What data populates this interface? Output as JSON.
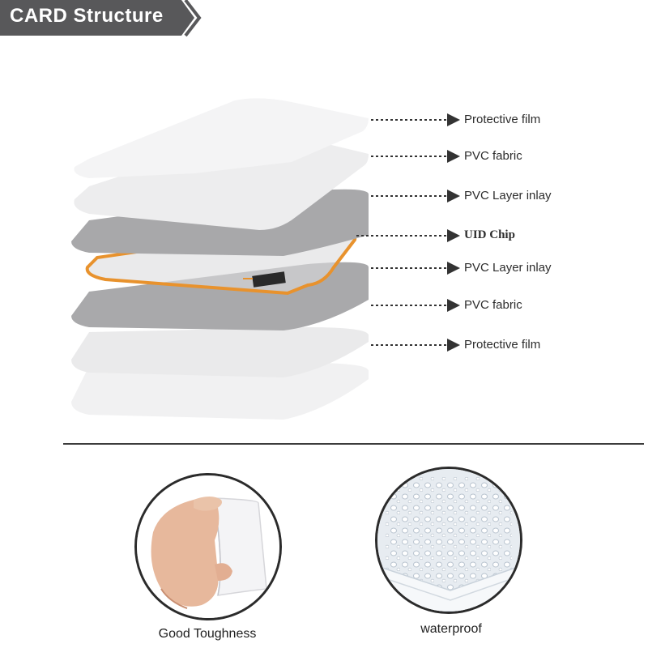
{
  "header": {
    "title": "CARD Structure"
  },
  "layers": [
    {
      "label": "Protective film"
    },
    {
      "label": "PVC fabric"
    },
    {
      "label": "PVC Layer inlay"
    },
    {
      "label": "UID Chip"
    },
    {
      "label": "PVC Layer inlay"
    },
    {
      "label": "PVC fabric"
    },
    {
      "label": "Protective film"
    }
  ],
  "features": [
    {
      "caption": "Good Toughness",
      "icon": "flexible-card-hand-photo"
    },
    {
      "caption": "waterproof",
      "icon": "water-drops-card-photo"
    }
  ],
  "colors": {
    "banner": "#58585a",
    "antenna": "#e8922d",
    "chip": "#2a2a2a",
    "dark_layer": "#a9a9ab",
    "light_layer": "#f0f0f1"
  }
}
